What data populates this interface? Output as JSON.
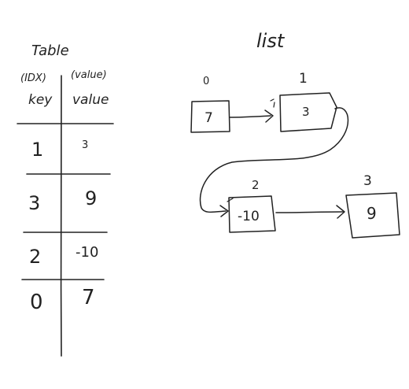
{
  "table": {
    "title": "Table",
    "header_top": {
      "left": "(IDX)",
      "right": "(value)"
    },
    "header": {
      "left": "key",
      "right": "value"
    },
    "rows": [
      {
        "key": "1",
        "value": "3"
      },
      {
        "key": "3",
        "value": "9"
      },
      {
        "key": "2",
        "value": "-10"
      },
      {
        "key": "0",
        "value": "7"
      }
    ]
  },
  "list": {
    "title": "list",
    "nodes": [
      {
        "index": "0",
        "value": "7"
      },
      {
        "index": "1",
        "value": "3"
      },
      {
        "index": "2",
        "value": "-10"
      },
      {
        "index": "3",
        "value": "9"
      }
    ]
  },
  "colors": {
    "ink": "#222222",
    "background": "#ffffff"
  }
}
